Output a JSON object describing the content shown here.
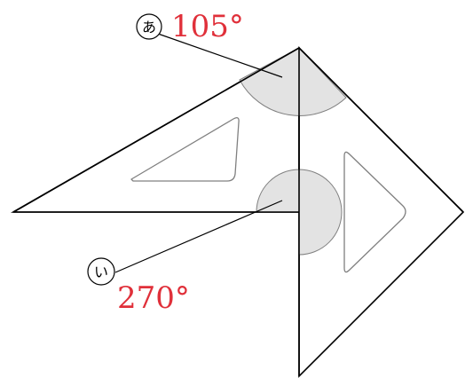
{
  "labels": {
    "a": {
      "marker": "あ",
      "angle": "105°"
    },
    "i": {
      "marker": "い",
      "angle": "270°"
    }
  },
  "colors": {
    "angle_text": "#e0303a",
    "sector_fill": "#e3e3e3",
    "outline": "#000000",
    "cutout": "#808080"
  }
}
